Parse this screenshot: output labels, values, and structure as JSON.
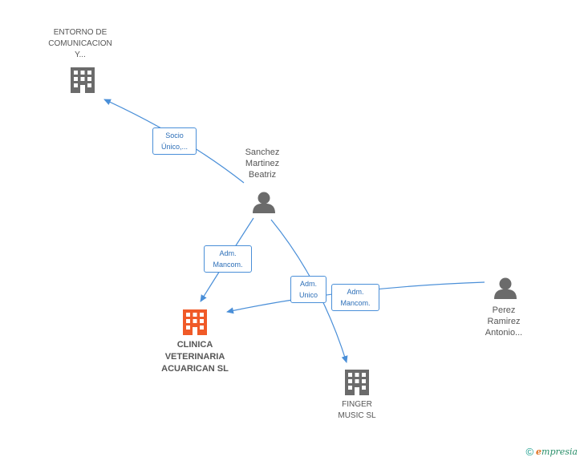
{
  "colors": {
    "edge": "#4a8fd8",
    "building_gray": "#6b6b6b",
    "building_main": "#f05a28",
    "person": "#6b6b6b"
  },
  "nodes": {
    "entorno": {
      "lines": [
        "ENTORNO DE",
        "COMUNICACION",
        "Y..."
      ],
      "icon": "building-icon"
    },
    "sanchez": {
      "lines": [
        "Sanchez",
        "Martinez",
        "Beatriz"
      ],
      "icon": "person-icon"
    },
    "clinica": {
      "lines": [
        "CLINICA",
        "VETERINARIA",
        "ACUARICAN SL"
      ],
      "icon": "building-icon"
    },
    "finger": {
      "lines": [
        "FINGER",
        "MUSIC SL"
      ],
      "icon": "building-icon"
    },
    "perez": {
      "lines": [
        "Perez",
        "Ramirez",
        "Antonio..."
      ],
      "icon": "person-icon"
    }
  },
  "edges": {
    "socio": {
      "lines": [
        "Socio",
        "Único,..."
      ]
    },
    "adm_mancom_1": {
      "lines": [
        "Adm.",
        "Mancom."
      ]
    },
    "adm_unico": {
      "lines": [
        "Adm.",
        "Unico"
      ]
    },
    "adm_mancom_2": {
      "lines": [
        "Adm.",
        "Mancom."
      ]
    }
  },
  "footer": {
    "copyright": "©",
    "brand_initial": "e",
    "brand_rest": "mpresia"
  }
}
